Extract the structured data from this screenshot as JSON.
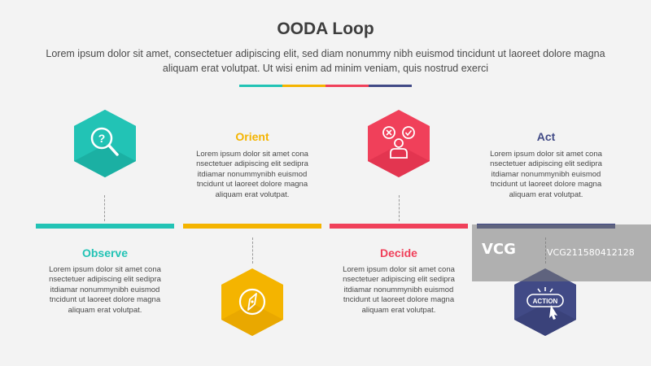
{
  "title": "OODA Loop",
  "subtitle": "Lorem ipsum dolor sit amet, consectetuer adipiscing elit, sed diam nonummy nibh euismod tincidunt ut laoreet dolore magna aliquam erat volutpat. Ut wisi enim ad minim veniam, quis nostrud exerci",
  "colors": {
    "teal": "#22c3b5",
    "yellow": "#f4b400",
    "red": "#f0405a",
    "navy": "#414a86",
    "text": "#4a4a4a",
    "background": "#f3f3f3"
  },
  "steps": [
    {
      "heading": "Observe",
      "color": "#22c3b5",
      "icon": "magnifier-question-icon",
      "description": "Lorem ipsum dolor sit amet cona nsectetuer adipiscing elit sedipra itdiamar nonummynibh euismod tncidunt ut laoreet dolore magna aliquam erat volutpat."
    },
    {
      "heading": "Orient",
      "color": "#f4b400",
      "icon": "compass-icon",
      "description": "Lorem ipsum dolor sit amet cona nsectetuer adipiscing elit sedipra itdiamar nonummynibh euismod tncidunt ut laoreet dolore magna aliquam erat volutpat."
    },
    {
      "heading": "Decide",
      "color": "#f0405a",
      "icon": "person-choice-icon",
      "description": "Lorem ipsum dolor sit amet cona nsectetuer adipiscing elit sedipra itdiamar nonummynibh euismod tncidunt ut laoreet dolore magna aliquam erat volutpat."
    },
    {
      "heading": "Act",
      "color": "#414a86",
      "icon": "action-button-icon",
      "icon_text": "ACTION",
      "description": "Lorem ipsum dolor sit amet cona nsectetuer adipiscing elit sedipra itdiamar nonummynibh euismod tncidunt ut laoreet dolore magna aliquam erat volutpat."
    }
  ],
  "watermark": {
    "logo": "VCG",
    "id": "VCG211580412128"
  }
}
